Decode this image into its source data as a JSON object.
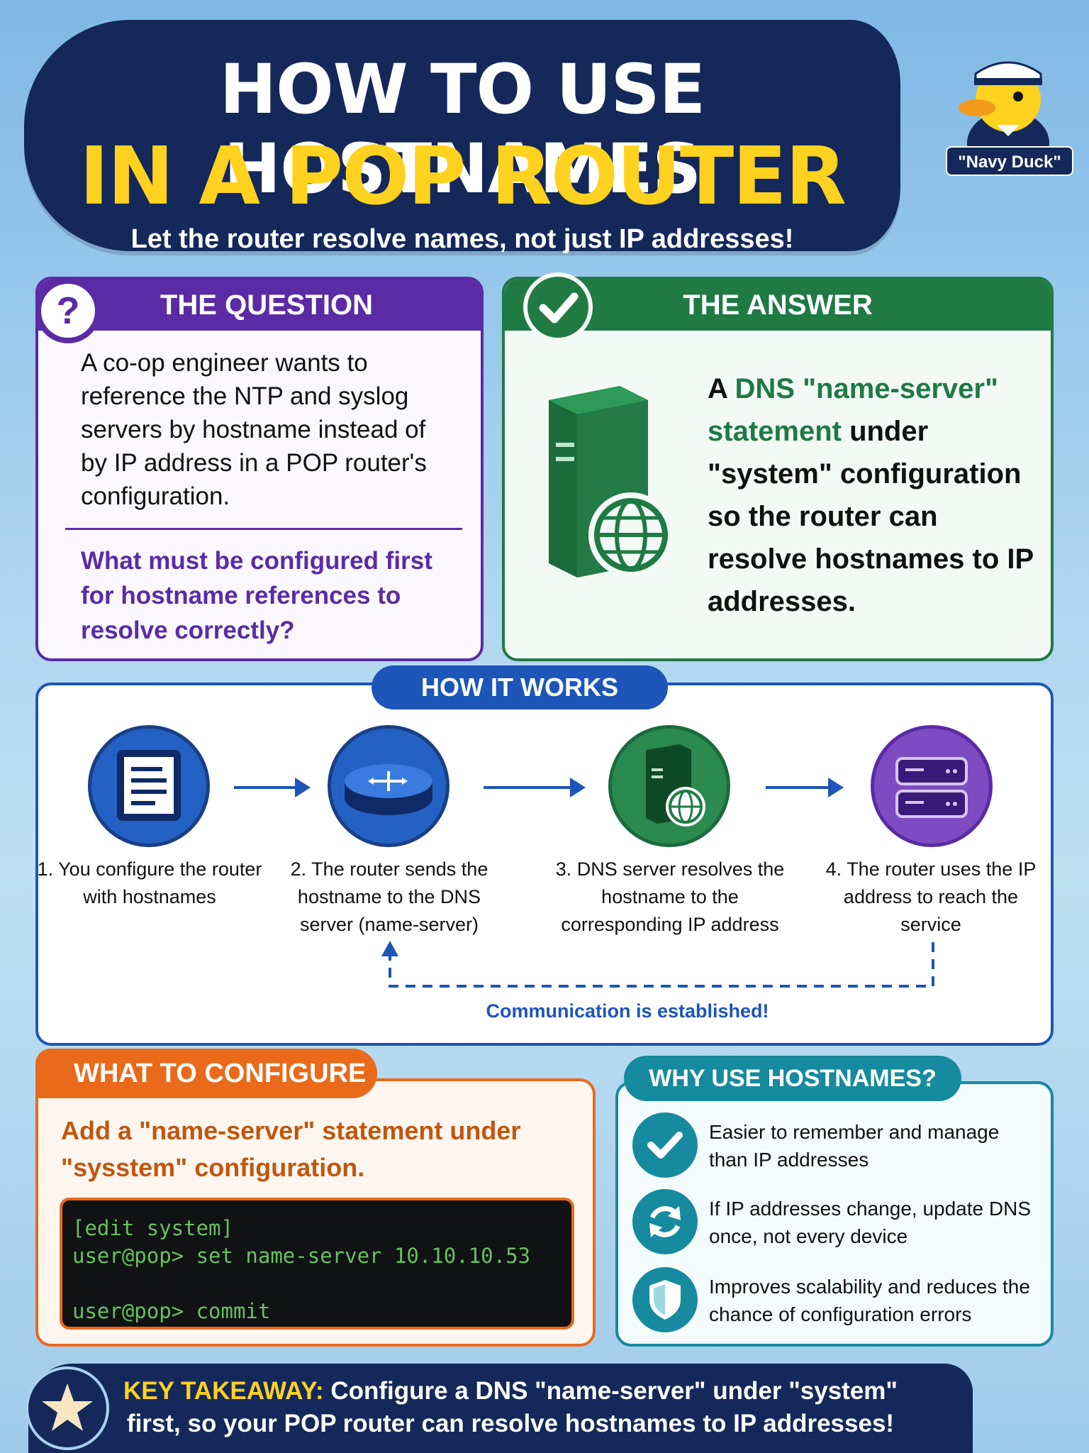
{
  "header": {
    "title_line1": "HOW TO USE HOSTNAMES",
    "title_line2": "IN A POP ROUTER",
    "subtitle": "Let the router resolve names, not just IP addresses!"
  },
  "mascot": {
    "badge": "\"Navy Duck\""
  },
  "question": {
    "title": "THE QUESTION",
    "body": "A co-op engineer wants to reference the NTP and syslog servers by hostname instead of by IP address in a POP router's configuration.",
    "ask": "What must be configured first for hostname references to resolve correctly?"
  },
  "answer": {
    "title": "THE ANSWER",
    "part1": "A ",
    "highlight": "DNS \"name-server\" statement",
    "part2": " under \"system\" configuration so the router can resolve hostnames to IP addresses."
  },
  "how": {
    "title": "HOW IT WORKS",
    "steps": [
      {
        "label": "1. You configure the router with hostnames",
        "icon": "document-icon"
      },
      {
        "label": "2. The router sends the hostname to the DNS server (name-server)",
        "icon": "router-icon"
      },
      {
        "label": "3. DNS server resolves the hostname to the corresponding IP address",
        "icon": "dns-server-icon"
      },
      {
        "label": "4. The router uses the IP address to reach the service",
        "icon": "server-rack-icon"
      }
    ],
    "feedback": "Communication is established!"
  },
  "configure": {
    "title": "WHAT TO CONFIGURE",
    "text": "Add a \"name-server\" statement under \"sysstem\" configuration.",
    "terminal": [
      "[edit system]",
      "user@pop> set name-server 10.10.10.53",
      "",
      "user@pop> commit"
    ]
  },
  "why": {
    "title": "WHY USE HOSTNAMES?",
    "items": [
      {
        "text": "Easier to remember and manage than IP addresses",
        "icon": "check-icon"
      },
      {
        "text": "If IP addresses change, update DNS once, not every device",
        "icon": "refresh-icon"
      },
      {
        "text": "Improves scalability and reduces the chance of configuration errors",
        "icon": "shield-icon"
      }
    ]
  },
  "takeaway": {
    "label": "KEY TAKEAWAY:",
    "text": " Configure a DNS \"name-server\" under \"system\" first, so your POP router can resolve hostnames to IP addresses!"
  },
  "colors": {
    "navy": "#14285a",
    "yellow": "#ffd21f",
    "purple": "#5b2ba6",
    "green": "#1f7a44",
    "blue": "#1d56b8",
    "orange": "#e96a1a",
    "teal": "#168a9e"
  }
}
